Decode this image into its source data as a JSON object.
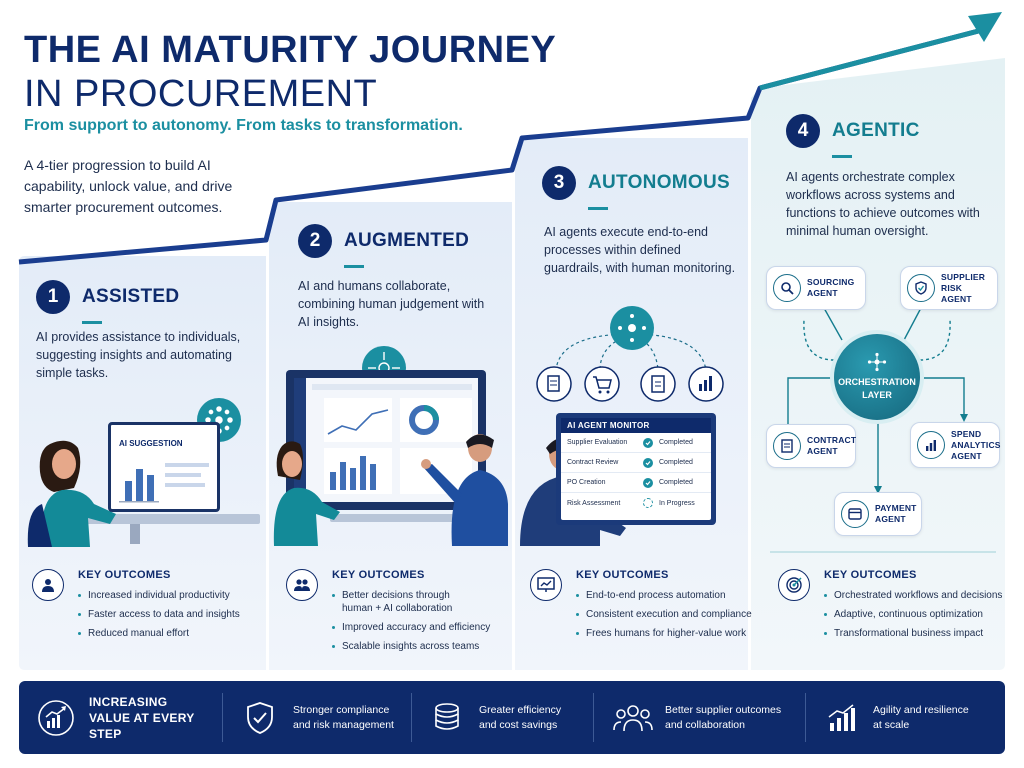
{
  "header": {
    "title_line1": "THE AI MATURITY JOURNEY",
    "title_line2": "IN PROCUREMENT",
    "subtitle": "From support to autonomy. From tasks to transformation.",
    "description": "A 4-tier progression to build AI capability, unlock value, and drive smarter procurement outcomes."
  },
  "tiers": [
    {
      "number": "1",
      "name": "ASSISTED",
      "description": "AI provides assistance to individuals, suggesting insights and automating simple tasks.",
      "illustration_label": "AI SUGGESTION",
      "outcomes_title": "KEY OUTCOMES",
      "outcomes": [
        "Increased individual productivity",
        "Faster access to data and insights",
        "Reduced manual effort"
      ]
    },
    {
      "number": "2",
      "name": "AUGMENTED",
      "description": "AI and humans collaborate, combining human judgement with AI insights.",
      "outcomes_title": "KEY OUTCOMES",
      "outcomes": [
        "Better decisions through human + AI collaboration",
        "Improved accuracy and efficiency",
        "Scalable insights across teams"
      ]
    },
    {
      "number": "3",
      "name": "AUTONOMOUS",
      "description": "AI agents execute end-to-end processes within defined guardrails, with human monitoring.",
      "monitor": {
        "title": "AI AGENT MONITOR",
        "rows": [
          {
            "task": "Supplier Evaluation",
            "status": "Completed"
          },
          {
            "task": "Contract Review",
            "status": "Completed"
          },
          {
            "task": "PO Creation",
            "status": "Completed"
          },
          {
            "task": "Risk Assessment",
            "status": "In Progress"
          }
        ]
      },
      "outcomes_title": "KEY OUTCOMES",
      "outcomes": [
        "End-to-end process automation",
        "Consistent execution and compliance",
        "Frees humans for higher-value work"
      ]
    },
    {
      "number": "4",
      "name": "AGENTIC",
      "description": "AI agents orchestrate complex workflows across systems and functions to achieve outcomes with minimal human oversight.",
      "orchestration": {
        "center": "ORCHESTRATION LAYER",
        "agents": [
          "SOURCING AGENT",
          "SUPPLIER RISK AGENT",
          "CONTRACT AGENT",
          "SPEND ANALYTICS AGENT",
          "PAYMENT AGENT"
        ]
      },
      "outcomes_title": "KEY OUTCOMES",
      "outcomes": [
        "Orchestrated workflows and decisions",
        "Adaptive, continuous optimization",
        "Transformational business impact"
      ]
    }
  ],
  "banner": {
    "headline": "INCREASING VALUE AT EVERY STEP",
    "items": [
      "Stronger compliance and risk management",
      "Greater efficiency and cost savings",
      "Better supplier outcomes and collaboration",
      "Agility and resilience at scale"
    ]
  },
  "colors": {
    "navy": "#0e2a6b",
    "teal": "#1b8fa1",
    "panel_light": "#eaf1fa"
  }
}
